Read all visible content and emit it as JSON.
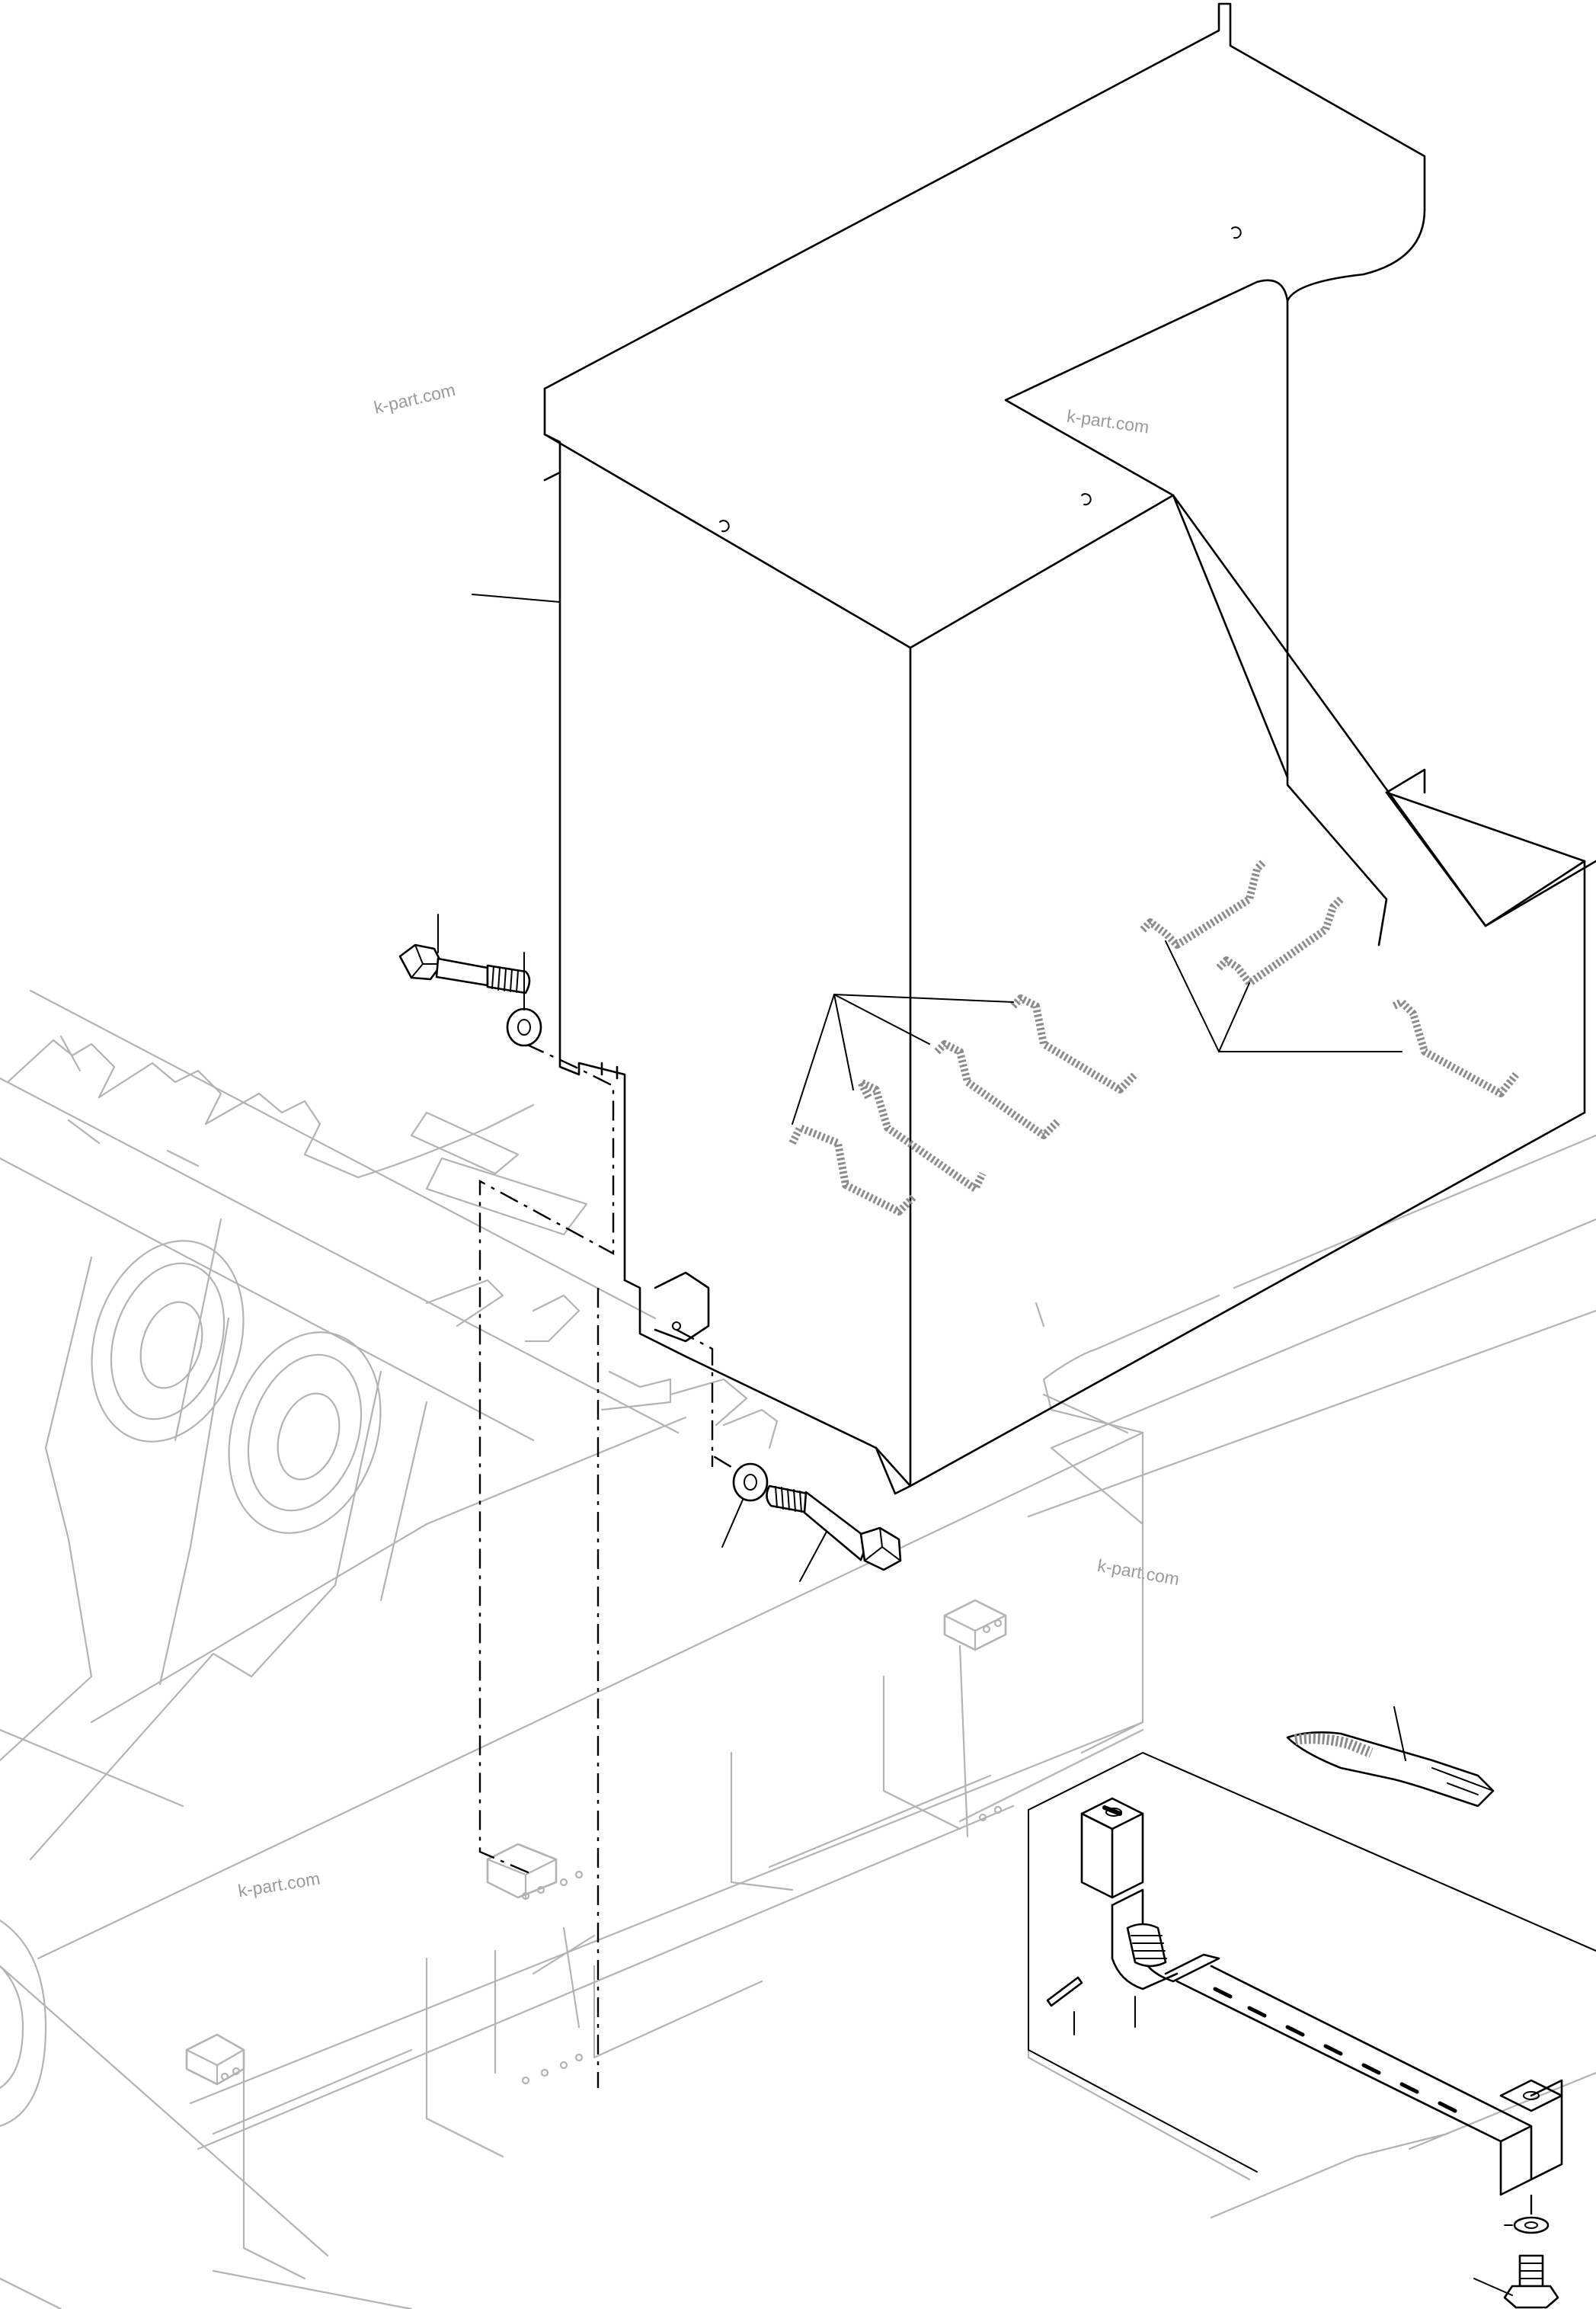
{
  "watermark": {
    "w1": "k-part.com",
    "w2": "k-part.com",
    "w3": "k-part.com",
    "w4": "k-part.com"
  },
  "colors": {
    "line": "#000000",
    "background_line": "#b3b3b3",
    "watermark": "#9a9a9a",
    "hatch": "#8c8c8c"
  }
}
